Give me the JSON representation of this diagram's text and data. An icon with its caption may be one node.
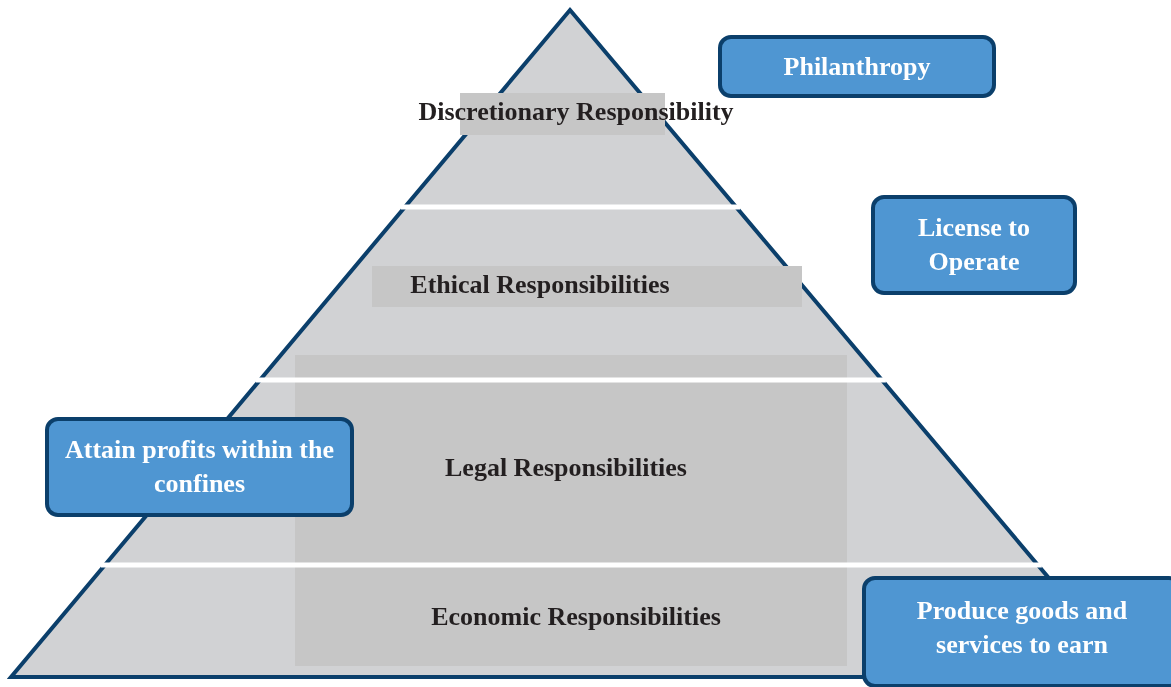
{
  "diagram": {
    "nodes": [
      {
        "text": [
          "Philanthropy"
        ]
      },
      {
        "text": [
          "Discretionary Responsibility"
        ]
      },
      {
        "text": [
          "License to Operate"
        ]
      },
      {
        "text": [
          "Ethical Responsibilities"
        ]
      },
      {
        "text": [
          "Attain profits within the confines"
        ]
      },
      {
        "text": [
          "Legal Responsibilities"
        ]
      },
      {
        "text": [
          "Produce goods and services to earn"
        ]
      },
      {
        "text": [
          "Economic Responsibilities"
        ]
      }
    ]
  }
}
